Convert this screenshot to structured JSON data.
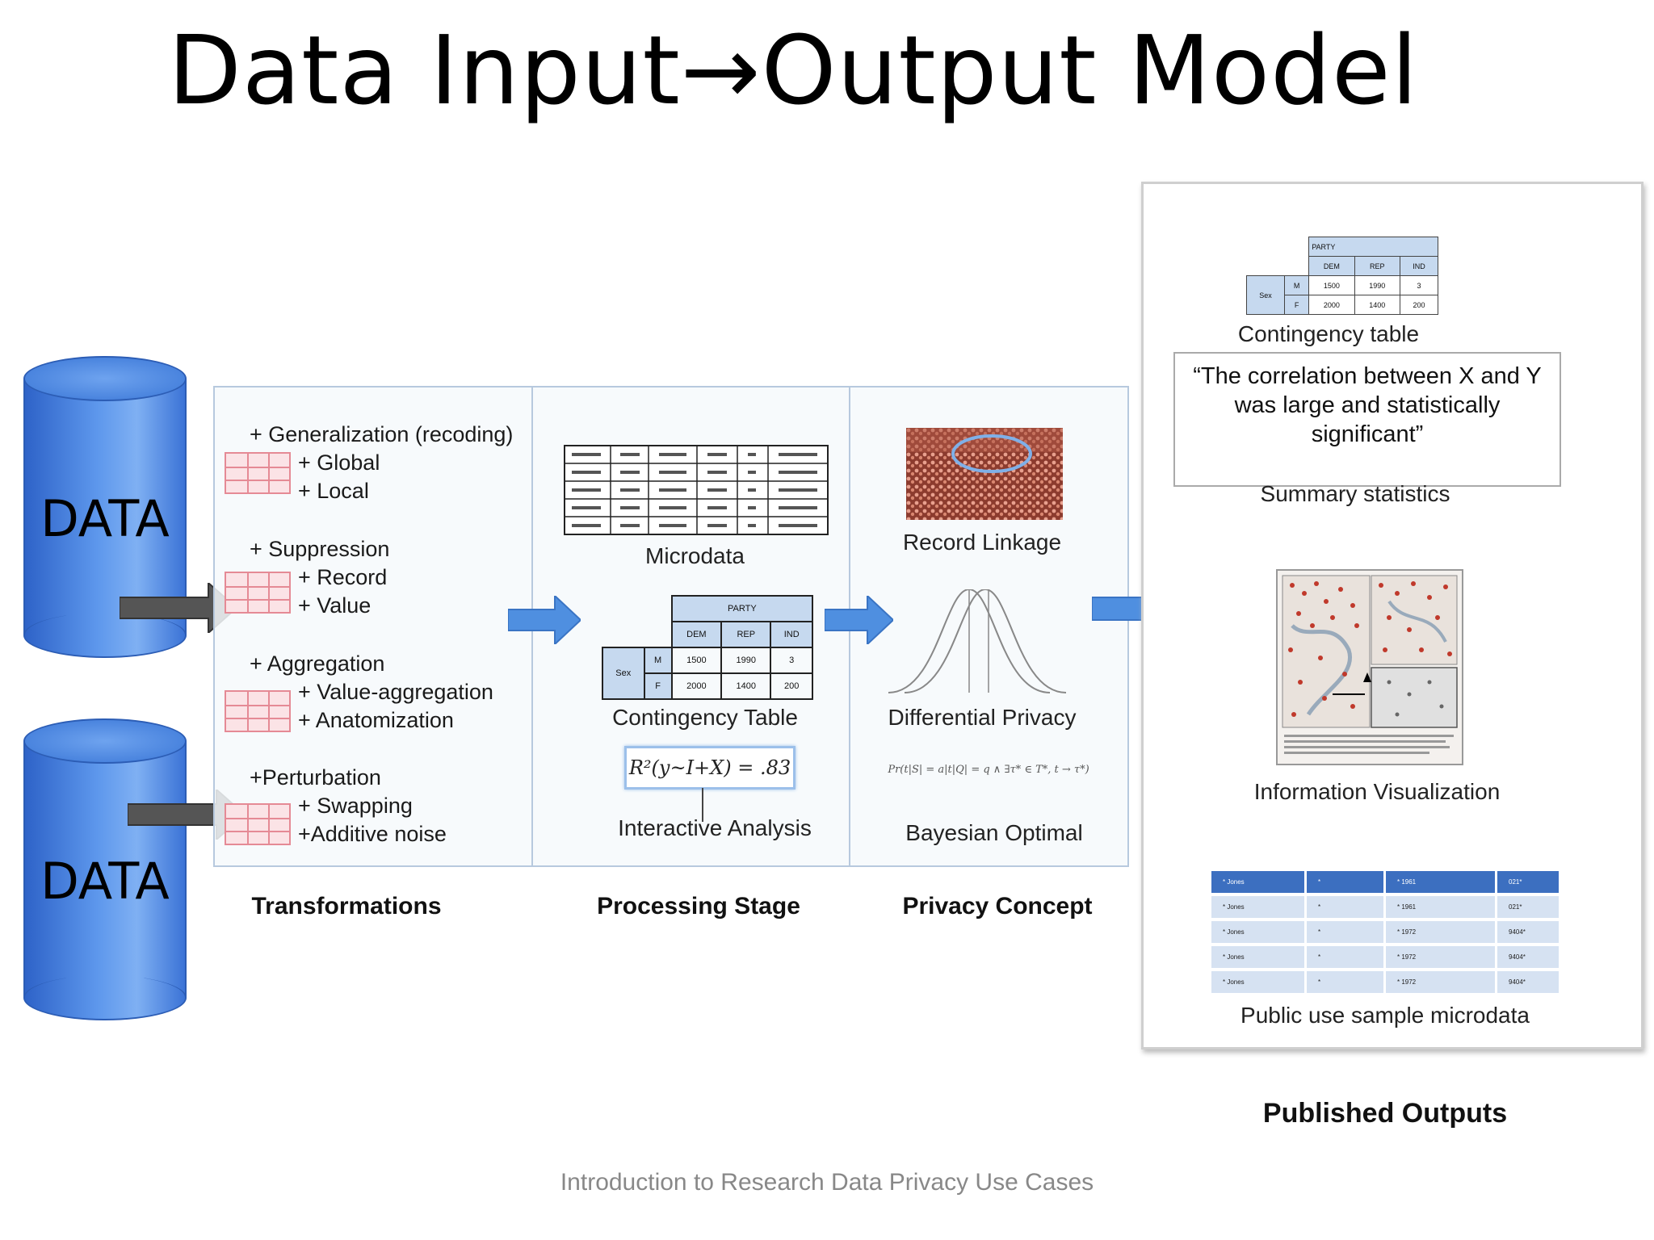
{
  "title": "Data Input→Output Model",
  "data_sources": [
    {
      "label": "DATA"
    },
    {
      "label": "DATA"
    }
  ],
  "transformations": {
    "groups": [
      {
        "heading": "+ Generalization (recoding)",
        "items": [
          "+ Global",
          "+ Local"
        ]
      },
      {
        "heading": "+ Suppression",
        "items": [
          "+ Record",
          "+ Value"
        ]
      },
      {
        "heading": "+ Aggregation",
        "items": [
          "+ Value-aggregation",
          "+ Anatomization"
        ]
      },
      {
        "heading": "+Perturbation",
        "items": [
          "+ Swapping",
          "+Additive noise"
        ]
      }
    ],
    "footer": "Transformations"
  },
  "processing": {
    "microdata_label": "Microdata",
    "contingency_label": "Contingency Table",
    "formula": "R²(y~I+X) = .83",
    "interactive_label": "Interactive Analysis",
    "footer": "Processing Stage",
    "contingency_table": {
      "party": "PARTY",
      "cols": [
        "DEM",
        "REP",
        "IND"
      ],
      "row_group": "Sex",
      "rows": [
        {
          "label": "M",
          "values": [
            "1500",
            "1990",
            "3"
          ]
        },
        {
          "label": "F",
          "values": [
            "2000",
            "1400",
            "200"
          ]
        }
      ]
    }
  },
  "privacy": {
    "record_linkage": "Record Linkage",
    "differential_privacy": "Differential Privacy",
    "bayesian_formula": "Pr(t|S| = a|t|Q| = q ∧ ∃τ* ∈ T*, t → τ*)",
    "bayesian_optimal": "Bayesian Optimal",
    "footer": "Privacy Concept"
  },
  "outputs": {
    "contingency_label": "Contingency table",
    "quote": "“The correlation between X and Y was large and statistically significant”",
    "summary_label": "Summary statistics",
    "infovis_label": "Information Visualization",
    "pums_label": "Public use sample microdata",
    "footer": "Published Outputs",
    "pums_rows": [
      [
        "* Jones",
        "*",
        "* 1961",
        "021*"
      ],
      [
        "* Jones",
        "*",
        "* 1961",
        "021*"
      ],
      [
        "* Jones",
        "*",
        "* 1972",
        "9404*"
      ],
      [
        "* Jones",
        "*",
        "* 1972",
        "9404*"
      ],
      [
        "* Jones",
        "*",
        "* 1972",
        "9404*"
      ]
    ]
  },
  "footer_text": "Introduction to Research Data Privacy Use Cases",
  "colors": {
    "cylinder": "#4a84de",
    "arrow_blue": "#4f8fe0",
    "arrow_gray": "#555555",
    "grid_pink": "#e58a95",
    "header_blue": "#c6d9ef"
  }
}
